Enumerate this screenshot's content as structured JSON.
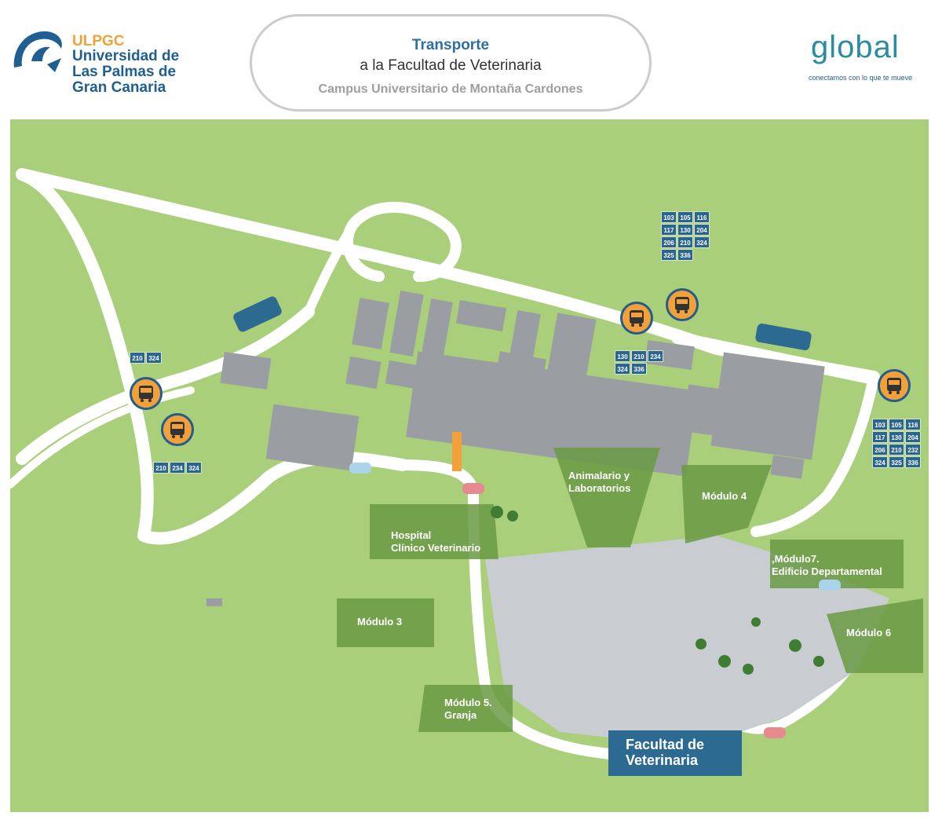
{
  "header": {
    "ulpgc": {
      "acronym": "ULPGC",
      "name_lines": [
        "Universidad de",
        "Las Palmas de",
        "Gran Canaria"
      ]
    },
    "title": {
      "main": "Transporte",
      "sub": "a la Facultad de Veterinaria",
      "campus": "Campus Universitario de Montaña Cardones"
    },
    "global": {
      "wordmark": "global",
      "tagline": "conectamos con lo que te mueve"
    }
  },
  "map": {
    "background_color": "#a9cf7b",
    "road_color": "#ffffff",
    "building_color": "#9a9ea3",
    "zone_color": "#6b9a44",
    "stops": [
      {
        "id": "stop-west",
        "routes": [
          "210",
          "324",
          "210",
          "234",
          "324"
        ]
      },
      {
        "id": "stop-north",
        "routes": [
          "103",
          "105",
          "116",
          "117",
          "130",
          "204",
          "206",
          "210",
          "324",
          "325",
          "336",
          "130",
          "210",
          "234",
          "324",
          "336"
        ]
      },
      {
        "id": "stop-east",
        "routes": [
          "103",
          "105",
          "116",
          "117",
          "130",
          "204",
          "206",
          "210",
          "232",
          "324",
          "325",
          "336"
        ]
      }
    ],
    "route_boxes": {
      "west_top": [
        "210",
        "324"
      ],
      "west_bottom": [
        "210",
        "234",
        "324"
      ],
      "north_top": [
        "103",
        "105",
        "116",
        "117",
        "130",
        "204",
        "206",
        "210",
        "324",
        "325",
        "336"
      ],
      "north_bottom": [
        "130",
        "210",
        "234",
        "324",
        "336"
      ],
      "east": [
        "103",
        "105",
        "116",
        "117",
        "130",
        "204",
        "206",
        "210",
        "232",
        "324",
        "325",
        "336"
      ]
    },
    "zones": {
      "animalario": [
        "Animalario y",
        "Laboratorios"
      ],
      "modulo4": [
        "Módulo 4"
      ],
      "hospital": [
        "Hospital",
        "Clínico Veterinario"
      ],
      "modulo7": [
        ",Módulo7.",
        "Edificio Departamental"
      ],
      "modulo3": [
        "Módulo 3"
      ],
      "modulo6": [
        "Módulo 6"
      ],
      "modulo5": [
        "Módulo 5.",
        "Granja"
      ],
      "facultad": [
        "Facultad de",
        "Veterinaria"
      ]
    }
  }
}
